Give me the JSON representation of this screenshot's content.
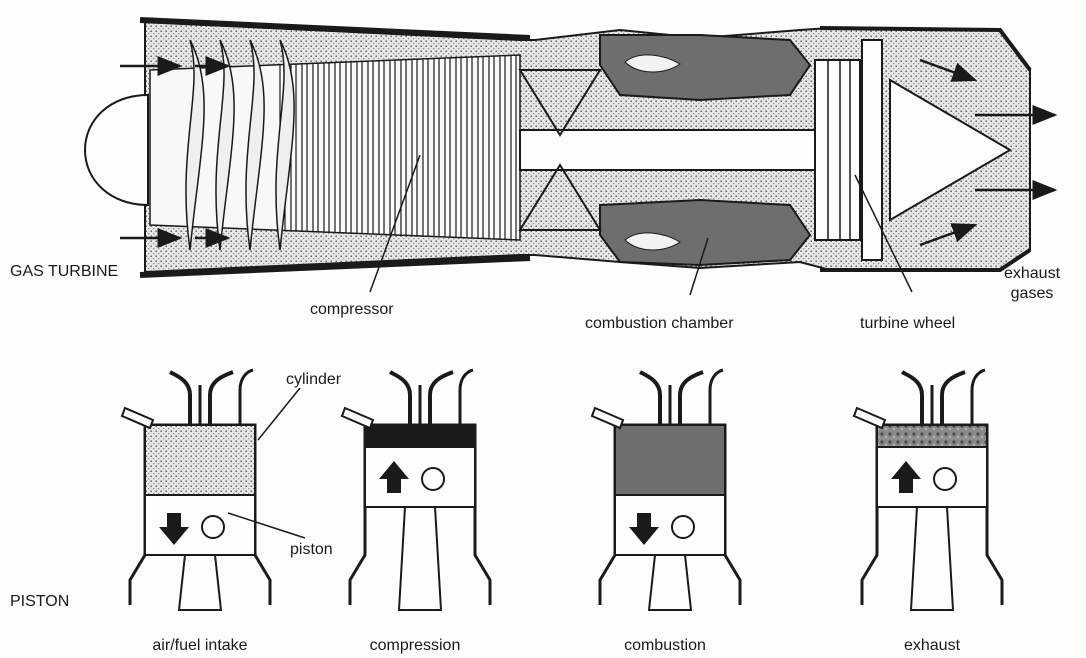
{
  "gas_turbine": {
    "title": "GAS TURBINE",
    "labels": {
      "compressor": "compressor",
      "combustion_chamber": "combustion chamber",
      "turbine_wheel": "turbine wheel",
      "exhaust_line1": "exhaust",
      "exhaust_line2": "gases"
    }
  },
  "piston": {
    "title": "PISTON",
    "labels": {
      "cylinder": "cylinder",
      "piston": "piston"
    },
    "strokes": [
      {
        "caption": "air/fuel intake",
        "arrow": "down",
        "charge": "dotted"
      },
      {
        "caption": "compression",
        "arrow": "up",
        "charge": "black"
      },
      {
        "caption": "combustion",
        "arrow": "down",
        "charge": "dark-gray"
      },
      {
        "caption": "exhaust",
        "arrow": "up",
        "charge": "mottled"
      }
    ]
  },
  "colors": {
    "ink": "#1a1a1a",
    "stipple": "#cfcfcf",
    "dark_fill": "#6e6e6e",
    "paper": "#fdfdfc"
  }
}
